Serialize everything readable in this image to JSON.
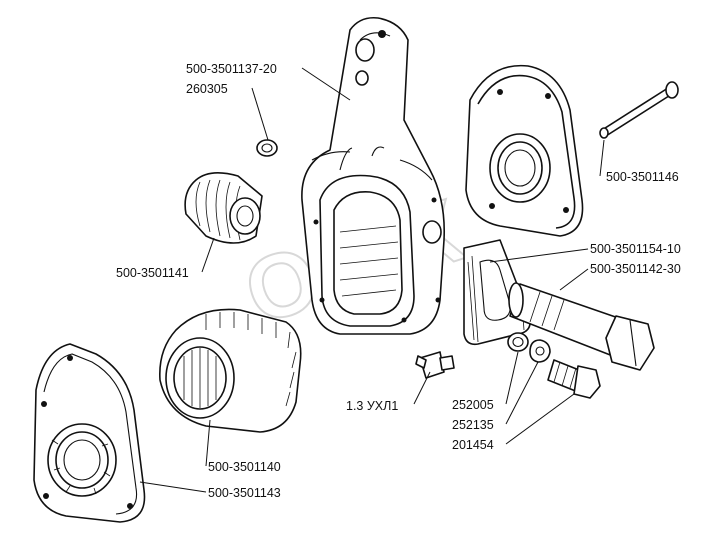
{
  "labels": {
    "lever_part": "500-3501137-20",
    "plug": "260305",
    "pin": "500-3501146",
    "plate": "500-3501154-10",
    "screw_shaft": "500-3501142-30",
    "worm": "500-3501141",
    "grease_fitting": "1.3 УХЛ1",
    "washer_1": "252005",
    "washer_2": "252135",
    "bolt": "201454",
    "gear": "500-3501140",
    "cover": "500-3501143"
  },
  "watermark": {
    "text": "ORIX"
  }
}
